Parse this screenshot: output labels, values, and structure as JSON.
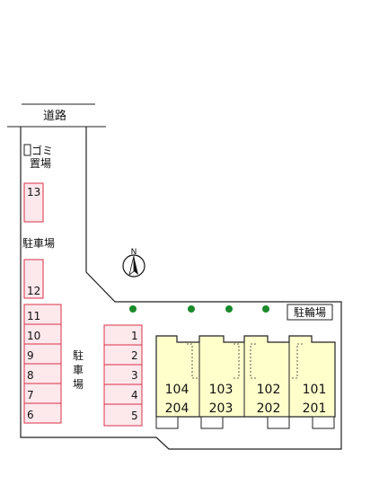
{
  "road": {
    "label": "道路"
  },
  "garbage": {
    "line1": "ゴミ",
    "line2": "置場"
  },
  "parking_left": {
    "label": "駐車場",
    "spaces": [
      "13",
      "12"
    ]
  },
  "parking_column_a": {
    "spaces": [
      "11",
      "10",
      "9",
      "8",
      "7",
      "6"
    ]
  },
  "parking_center_label": {
    "chars": [
      "駐",
      "車",
      "場"
    ]
  },
  "parking_column_b": {
    "spaces": [
      "1",
      "2",
      "3",
      "4",
      "5"
    ]
  },
  "bicycle_parking": {
    "label": "駐輪場"
  },
  "compass": {
    "label": "N"
  },
  "units": [
    {
      "upper": "104",
      "lower": "204"
    },
    {
      "upper": "103",
      "lower": "203"
    },
    {
      "upper": "102",
      "lower": "202"
    },
    {
      "upper": "101",
      "lower": "201"
    }
  ],
  "colors": {
    "parking_stroke": "#d9304a",
    "parking_fill": "#fde8ec",
    "unit_fill": "#ffffcc",
    "tree": "#1a8a2a"
  }
}
